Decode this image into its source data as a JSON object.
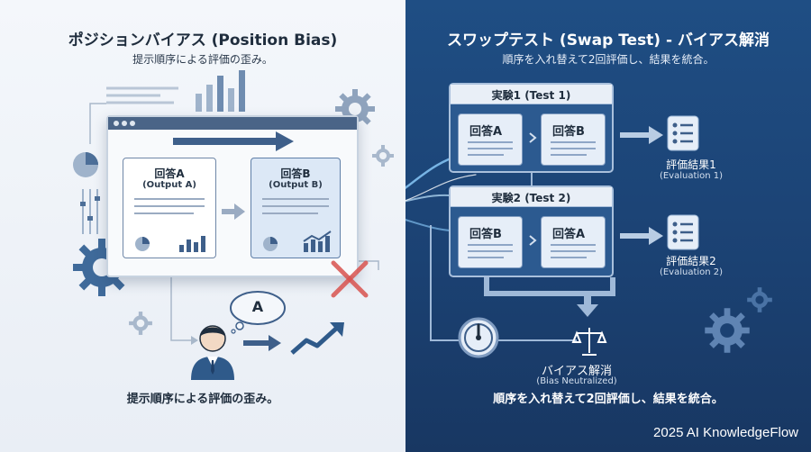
{
  "left": {
    "title": "ポジションバイアス (Position Bias)",
    "subtitle": "提示順序による評価の歪み。",
    "output_a": {
      "label": "回答A",
      "sub": "(Output A)"
    },
    "output_b": {
      "label": "回答B",
      "sub": "(Output B)"
    },
    "speech_letter": "A",
    "caption": "提示順序による評価の歪み。"
  },
  "right": {
    "title": "スワップテスト (Swap Test) - バイアス解消",
    "subtitle": "順序を入れ替えて2回評価し、結果を統合。",
    "test1": {
      "label": "実験1 (Test 1)",
      "first": "回答A",
      "second": "回答B"
    },
    "test2": {
      "label": "実験2 (Test 2)",
      "first": "回答B",
      "second": "回答A"
    },
    "eval1": {
      "label": "評価結果1",
      "sub": "(Evaluation 1)"
    },
    "eval2": {
      "label": "評価結果2",
      "sub": "(Evaluation 2)"
    },
    "bias": {
      "label": "バイアス解消",
      "sub": "(Bias Neutralized)"
    },
    "caption": "順序を入れ替えて2回評価し、結果を統合。"
  },
  "watermark": "2025 AI KnowledgeFlow",
  "colors": {
    "left_bg": "#eef2f7",
    "right_bg": "#1f4e84",
    "cross": "#d9534f",
    "accent": "#2f5a8a"
  },
  "icons": [
    "gear-icon",
    "bar-chart-icon",
    "pie-chart-icon",
    "arrow-right-icon",
    "cross-icon",
    "person-icon",
    "speech-bubble-icon",
    "trend-up-icon",
    "list-icon",
    "scale-icon",
    "gauge-icon"
  ]
}
